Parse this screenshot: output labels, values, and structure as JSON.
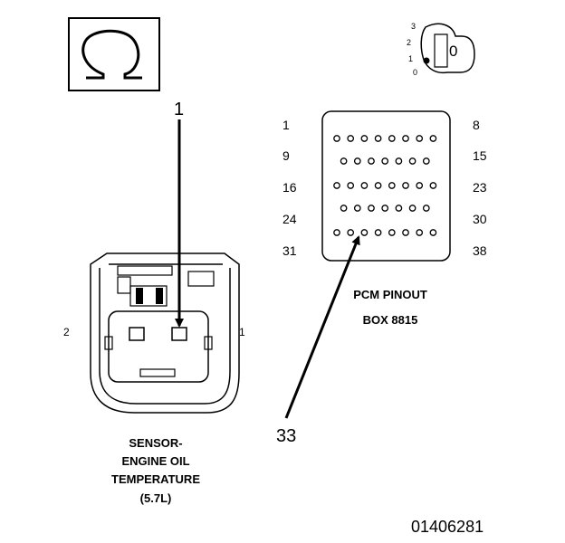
{
  "symbol": {
    "label": "Ω",
    "name": "ohm"
  },
  "ignition": {
    "positions": [
      "3",
      "2",
      "1",
      "0"
    ],
    "key_label": "0"
  },
  "connector": {
    "callout": "1",
    "pin_labels": {
      "left": "2",
      "right": "1"
    },
    "caption_lines": [
      "SENSOR-",
      "ENGINE OIL",
      "TEMPERATURE",
      "(5.7L)"
    ]
  },
  "pcm": {
    "row_labels_left": [
      "1",
      "9",
      "16",
      "24",
      "31"
    ],
    "row_labels_right": [
      "8",
      "15",
      "23",
      "30",
      "38"
    ],
    "rows_pin_count": [
      8,
      7,
      8,
      7,
      8
    ],
    "callout": "33",
    "caption_lines": [
      "PCM PINOUT",
      "BOX 8815"
    ]
  },
  "figure_id": "01406281"
}
